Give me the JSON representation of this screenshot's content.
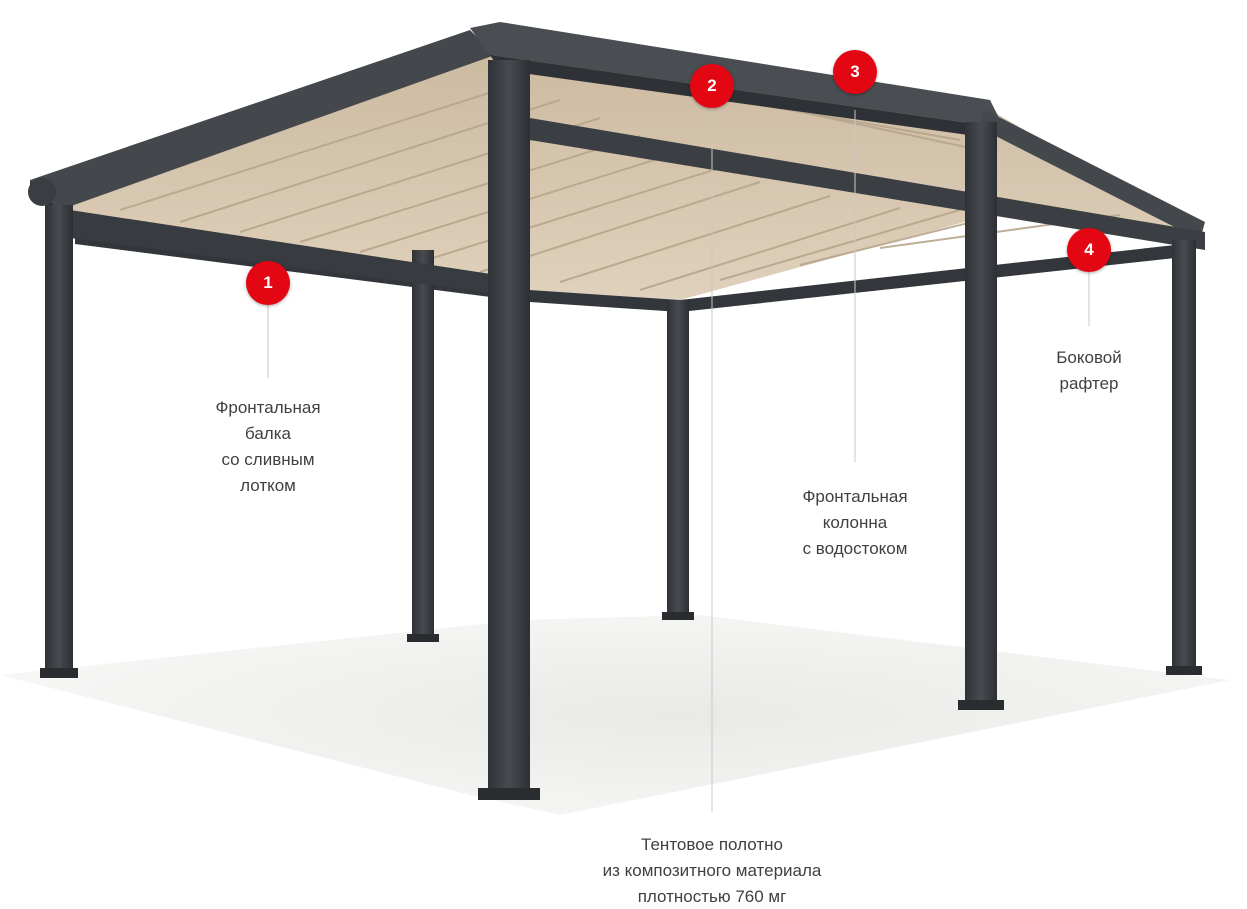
{
  "title": "",
  "colors": {
    "frame": "#3d4145",
    "frame_light": "#55595e",
    "fabric": "#d9c8b1",
    "fabric_shadow": "#b9a78f",
    "floor": "#e8e8e6",
    "marker": "#e30613",
    "caption": "#404040",
    "leader": "#c8c8c8"
  },
  "markers": [
    {
      "number": "1",
      "lines": [
        "Фронтальная",
        "балка",
        "со сливным",
        "лотком"
      ]
    },
    {
      "number": "2",
      "lines": [
        "Тентовое полотно",
        "из композитного материала",
        "плотностью 760 мг"
      ]
    },
    {
      "number": "3",
      "lines": [
        "Фронтальная",
        "колонна",
        "с водостоком"
      ]
    },
    {
      "number": "4",
      "lines": [
        "Боковой",
        "рафтер"
      ]
    }
  ]
}
